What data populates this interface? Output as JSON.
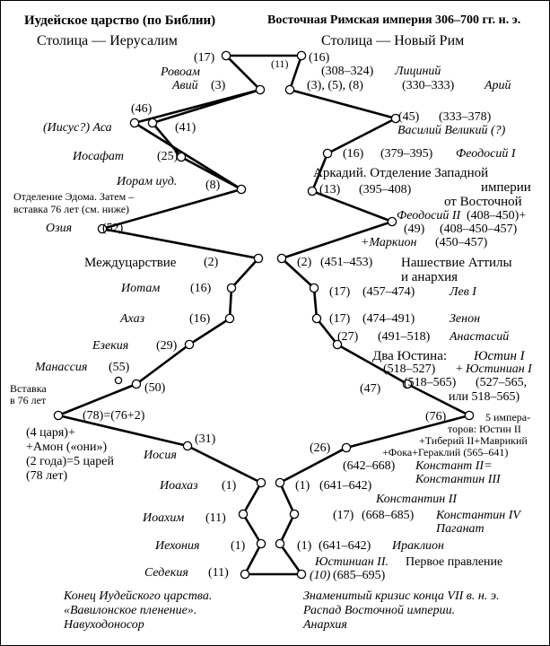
{
  "header": {
    "left_title": "Иудейское царство (по Библии)",
    "right_title": "Восточная Римская империя 306–700 гг. н. э.",
    "left_capital": "Столица — Иерусалим",
    "right_capital": "Столица — Новый Рим"
  },
  "left": {
    "top_17": "(17)",
    "rovoam": "Ровоам",
    "aviy": "Авий",
    "aviy_years": "(3)",
    "n46": "(46)",
    "iisus_asa": "(Иисус?) Аса",
    "n41": "(41)",
    "iosafat": "Иосафат",
    "n25": "(25)",
    "ioram": "Иорам иуд.",
    "n8": "(8)",
    "edom_note_1": "Отделение Эдома. Затем –",
    "edom_note_2": "вставка 76 лет (см. ниже)",
    "oziya": "Озия",
    "n52": "(52)",
    "interregnum": "Междуцарствие",
    "n2": "(2)",
    "iotam": "Иотам",
    "n16a": "(16)",
    "ahaz": "Ахаз",
    "n16b": "(16)",
    "ezekiya": "Езекия",
    "n29": "(29)",
    "manassiya": "Манассия",
    "n55": "(55)",
    "n50": "(50)",
    "insert1": "Вставка",
    "insert2": "в 76 лет",
    "formula": "(78)=(76+2)",
    "kings1": "(4 царя)+",
    "kings2": "+Амон («они»)",
    "kings3": "(2 года)=5 царей",
    "kings4": "(78 лет)",
    "iosiya": "Иосия",
    "n31": "(31)",
    "ioahaz": "Иоахаз",
    "n1a": "(1)",
    "ioahim": "Иоахим",
    "n11a": "(11)",
    "iehoniya": "Иехония",
    "n1b": "(1)",
    "sedekiya": "Седекия",
    "n11b": "(11)",
    "end1": "Конец Иудейского царства.",
    "end2": "«Вавилонское пленение».",
    "end3": "Навуходоносор"
  },
  "middle": {
    "n11": "(11)"
  },
  "right": {
    "n16": "(16)",
    "y308": "(308–324)",
    "liciniy": "Лициний",
    "n358": "(3), (5), (8)",
    "y330": "(330–333)",
    "ariy": "Арий",
    "n45": "(45)",
    "y333": "(333–378)",
    "vasiliy": "Василий Великий (?)",
    "n16b": "(16)",
    "y379": "(379–395)",
    "feodosiy1": "Феодосий I",
    "arkadiy1": "Аркадий. Отделение Западной",
    "arkadiy2": "империи",
    "arkadiy3": "от Восточной",
    "n13": "(13)",
    "y395": "(395–408)",
    "feodosiy2": "Феодосий II",
    "y408": "(408–450)+",
    "n49": "(49)",
    "y408b": "(408–450–457)",
    "markion": "+Маркион",
    "y450": "(450–457)",
    "n2": "(2)",
    "y451": "(451–453)",
    "attila1": "Нашествие Аттилы",
    "attila2": "и анархия",
    "n17a": "(17)",
    "y457": "(457–474)",
    "lev": "Лев I",
    "n17b": "(17)",
    "y474": "(474–491)",
    "zenon": "Зенон",
    "n27": "(27)",
    "y491": "(491–518)",
    "anastasiy": "Анастасий",
    "two_justins": "Два Юстина:",
    "justin1": "Юстин I",
    "y518": "(518–527)",
    "justinian_plus": "+",
    "justinian": "Юстиниан I",
    "n47": "(47)",
    "y518b": "(518–565)",
    "y527": "(527–565,",
    "y518c": "или 518–565)",
    "n76": "(76)",
    "emp1": "5 импера-",
    "emp2": "торов: Юстин II",
    "emp3": "+Тиберий II+Маврикий",
    "emp4": "+Фока+Гераклий (565–641)",
    "n26": "(26)",
    "y642": "(642–668)",
    "konstant1": "Констант II=",
    "konstant2": "Константин III",
    "n1a": "(1)",
    "y641": "(641–642)",
    "konstantin2": "Константин II",
    "n17c": "(17)",
    "y668": "(668–685)",
    "konstantin4a": "Константин IV",
    "konstantin4b": "Паганат",
    "n1b": "(1)",
    "y641b": "(641–642)",
    "irakliy": "Ираклион",
    "justinian2": "Юстиниан II.",
    "first_rule": "Первое правление",
    "n10": "(10)",
    "y685": "(685–695)",
    "crisis1": "Знаменитый кризис конца VII в. н. э.",
    "crisis2": "Распад Восточной империи.",
    "crisis3": "Анархия"
  }
}
